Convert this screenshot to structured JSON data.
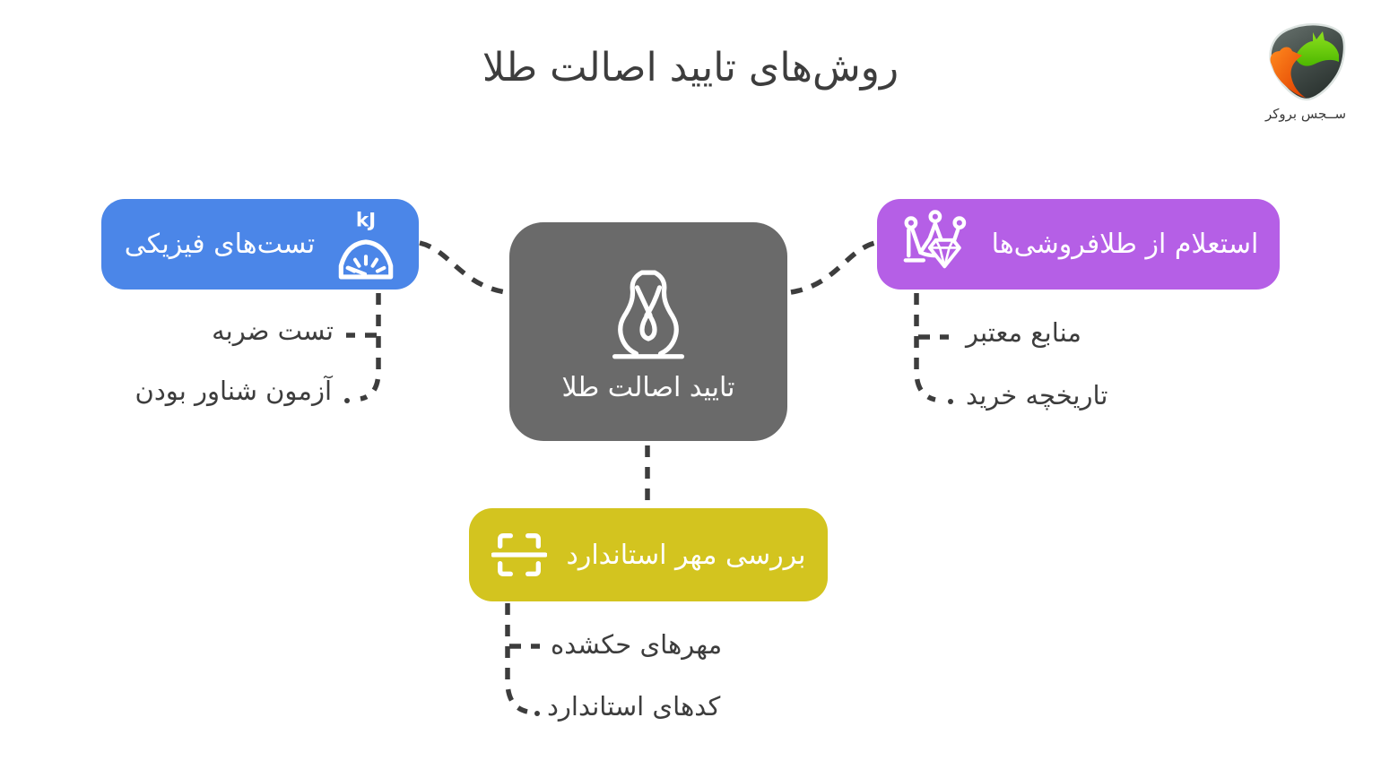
{
  "title": "روش‌های تایید اصالت طلا",
  "logo": {
    "name": "ســجس بروکر"
  },
  "center": {
    "label": "تایید اصالت طلا",
    "icon": "necklace-bust-icon",
    "color": "#6A6A6A"
  },
  "branches": [
    {
      "label": "تست‌های فیزیکی",
      "icon": "scale-kj-icon",
      "color": "#4B86E8",
      "children": [
        "تست ضربه",
        "آزمون شناور بودن"
      ]
    },
    {
      "label": "استعلام از طلافروشی‌ها",
      "icon": "crown-diamond-icon",
      "color": "#B55FE6",
      "children": [
        "منابع معتبر",
        "تاریخچه خرید"
      ]
    },
    {
      "label": "بررسی مهر استاندارد",
      "icon": "scan-frame-icon",
      "color": "#D3C41F",
      "children": [
        "مهرهای حکشده",
        "کدهای استاندارد"
      ]
    }
  ],
  "connector_color": "#3D3D3D",
  "text_color": "#3D3D3D",
  "scale_icon_text": "kJ"
}
